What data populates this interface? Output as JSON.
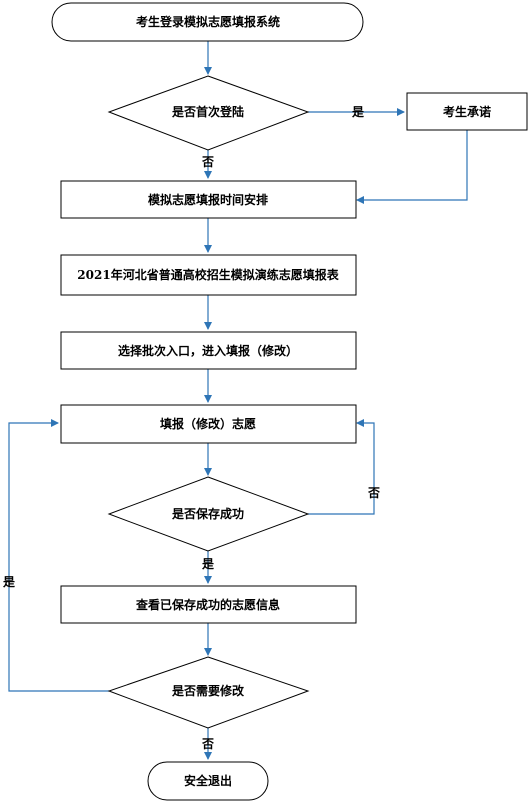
{
  "colors": {
    "arrow": "#2e75b6",
    "border": "#000000",
    "background": "#ffffff"
  },
  "nodes": {
    "start": "考生登录模拟志愿填报系统",
    "first_login": "是否首次登陆",
    "commitment": "考生承诺",
    "schedule": "模拟志愿填报时间安排",
    "form_title": "2021年河北省普通高校招生模拟演练志愿填报表",
    "select_batch": "选择批次入口，进入填报（修改）",
    "fill_volunteer": "填报（修改）志愿",
    "save_success": "是否保存成功",
    "view_saved": "查看已保存成功的志愿信息",
    "need_modify": "是否需要修改",
    "exit": "安全退出"
  },
  "edge_labels": {
    "first_login_yes": "是",
    "first_login_no": "否",
    "save_fail": "否",
    "save_yes": "是",
    "modify_yes": "是",
    "modify_no": "否"
  }
}
